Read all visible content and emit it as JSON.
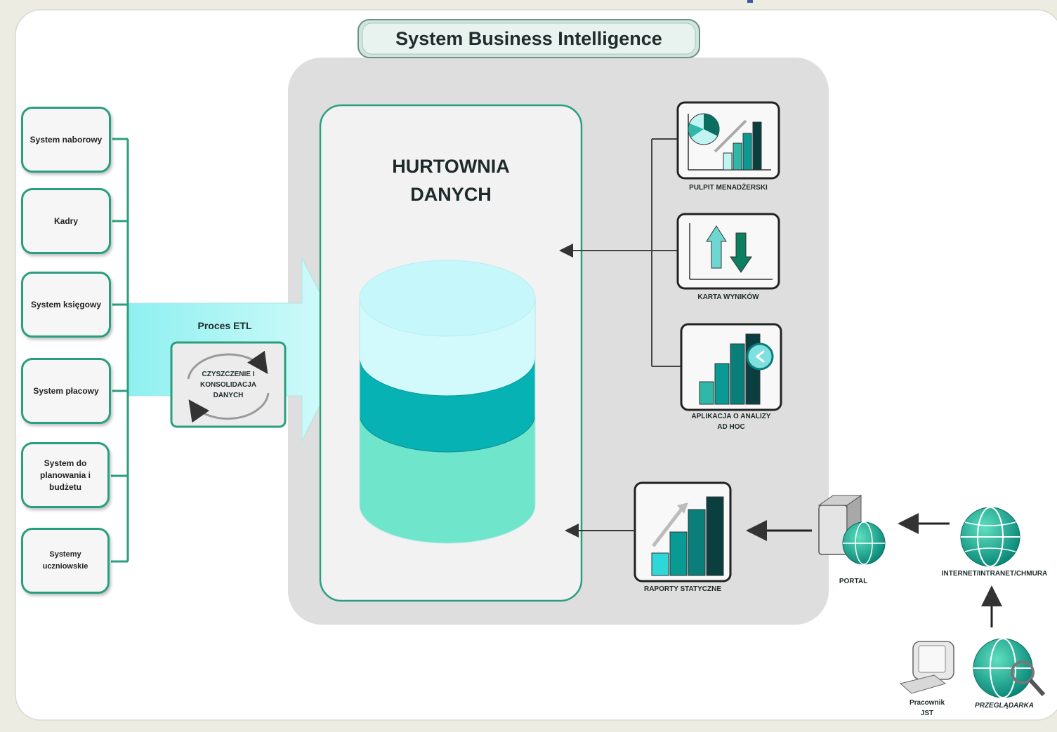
{
  "title": "System Business Intelligence",
  "warehouse": {
    "line1": "HURTOWNIA",
    "line2": "DANYCH"
  },
  "sources": [
    "System naborowy",
    "Kadry",
    "System księgowy",
    "System płacowy",
    "System do planowania i budżetu",
    "Systemy uczniowskie"
  ],
  "etl": {
    "title": "Proces ETL",
    "step_line1": "CZYSZCZENIE I",
    "step_line2": "KONSOLIDACJA",
    "step_line3": "DANYCH"
  },
  "tools": {
    "dashboard": "PULPIT MENADŻERSKI",
    "scorecard": "KARTA WYNIKÓW",
    "adhoc_line1": "APLIKACJA O ANALIZY",
    "adhoc_line2": "AD HOC",
    "reports": "RAPORTY STATYCZNE"
  },
  "access": {
    "portal": "PORTAL",
    "internet": "INTERNET/INTRANET/CHMURA",
    "worker_line1": "Pracownik",
    "worker_line2": "JST",
    "browser": "PRZEGLĄDARKA"
  },
  "colors": {
    "frame_green": "#2a9f7f",
    "teal_dark": "#0b3f3f",
    "teal_mid": "#0a9a94",
    "teal_light": "#bff4f3",
    "aqua_top": "#d2fafc",
    "aqua_mid": "#07b2b4",
    "aqua_bottom": "#6fe5cb",
    "panel_gray": "#dedede"
  }
}
